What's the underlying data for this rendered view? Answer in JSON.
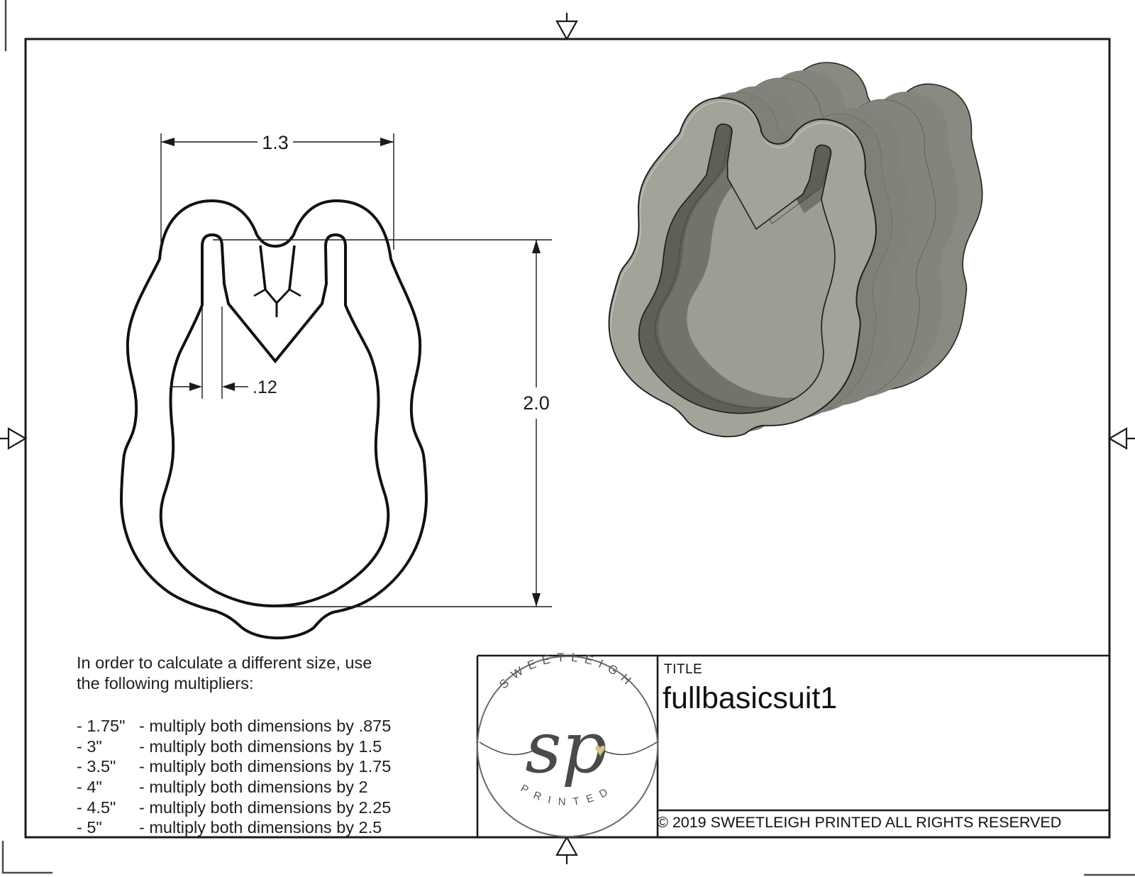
{
  "frame": {
    "color": "#1a1a1a"
  },
  "drawing_2d": {
    "dim_width": "1.3",
    "dim_height": "2.0",
    "dim_wall": ".12"
  },
  "notes": {
    "intro_line1": "In order to calculate a different size, use",
    "intro_line2": "the following multipliers:",
    "multipliers": [
      {
        "size": "- 1.75\"",
        "rule": "- multiply both dimensions by .875"
      },
      {
        "size": "- 3\"",
        "rule": "- multiply both dimensions by 1.5"
      },
      {
        "size": "- 3.5\"",
        "rule": "- multiply both dimensions by 1.75"
      },
      {
        "size": "- 4\"",
        "rule": "- multiply both dimensions by 2"
      },
      {
        "size": "- 4.5\"",
        "rule": "- multiply both dimensions by 2.25"
      },
      {
        "size": "- 5\"",
        "rule": "- multiply both dimensions by 2.5"
      }
    ]
  },
  "title_block": {
    "title_label": "TITLE",
    "title": "fullbasicsuit1",
    "copyright": "© 2019  SWEETLEIGH PRINTED  ALL RIGHTS RESERVED",
    "logo": {
      "arc_top": "SWEETLEIGH",
      "arc_bottom": "PRINTED",
      "monogram": "sp",
      "heart": "♥",
      "heart_color": "#d6c38c"
    }
  },
  "render_3d": {
    "label": "cookie-cutter-3d-render",
    "rim_color": "#a3a39a",
    "wall_color": "#84847c",
    "interior_color": "#5f5f57"
  }
}
